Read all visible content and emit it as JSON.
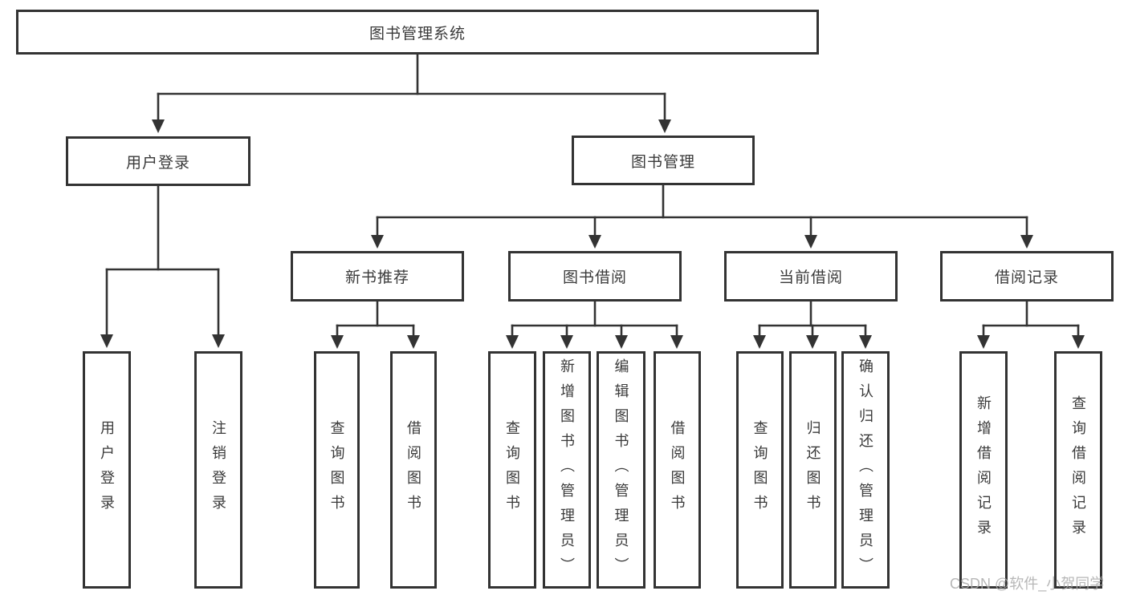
{
  "colors": {
    "line": "#333333",
    "text": "#3a3a3a",
    "box_bg": "#ffffff",
    "watermark": "#ababab",
    "background": "#ffffff"
  },
  "nodes": {
    "root": "图书管理系统",
    "user_login": "用户登录",
    "book_mgmt": "图书管理",
    "new_book_rec": "新书推荐",
    "book_borrow": "图书借阅",
    "current_borrow": "当前借阅",
    "borrow_records": "借阅记录",
    "ul_leaf_login": "用户登录",
    "ul_leaf_logout": "注销登录",
    "nr_leaf_query": "查询图书",
    "nr_leaf_borrow": "借阅图书",
    "bb_leaf_query": "查询图书",
    "bb_leaf_add": "新增图书（管理员）",
    "bb_leaf_edit": "编辑图书（管理员）",
    "bb_leaf_borrow": "借阅图书",
    "cb_leaf_query": "查询图书",
    "cb_leaf_return": "归还图书",
    "cb_leaf_confirm": "确认归还（管理员）",
    "br_leaf_add": "新增借阅记录",
    "br_leaf_query": "查询借阅记录"
  },
  "watermark": "CSDN @软件_小贺同学"
}
